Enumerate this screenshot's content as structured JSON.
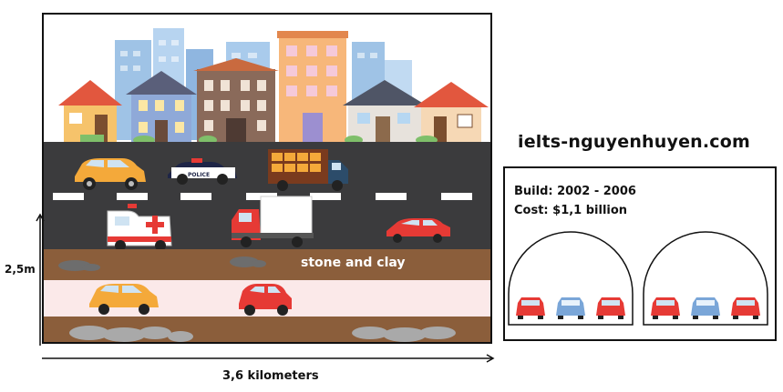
{
  "website": "ielts-nguyenhuyen.com",
  "facts": {
    "build": "Build: 2002 - 2006",
    "cost": "Cost: $1,1 billion"
  },
  "dimensions": {
    "height": "2,5m",
    "length": "3,6 kilometers"
  },
  "layer_label": "stone and clay",
  "police_text": "POLICE",
  "colors": {
    "road": "#3b3b3d",
    "soil": "#8b5e3b",
    "tunnel_lane": "#fbe9e9",
    "sky": "#ffffff",
    "car_orange": "#f4a93a",
    "car_red": "#e63a35",
    "car_blue": "#7aa6d8"
  }
}
